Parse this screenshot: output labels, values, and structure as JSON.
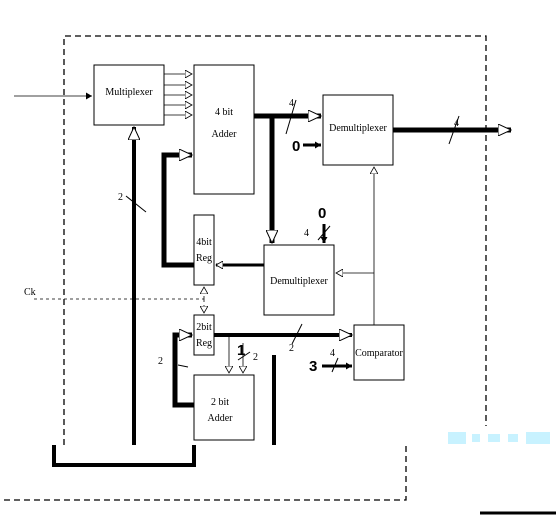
{
  "blocks": {
    "mux": "Multiplexer",
    "adder4_line1": "4 bit",
    "adder4_line2": "Adder",
    "demux_top": "Demultiplexer",
    "reg4_line1": "4bit",
    "reg4_line2": "Reg",
    "demux_mid": "Demultiplexer",
    "reg2_line1": "2bit",
    "reg2_line2": "Reg",
    "comparator": "Comparator",
    "adder2_line1": "2 bit",
    "adder2_line2": "Adder"
  },
  "labels": {
    "clock": "Ck",
    "bus_adder_out": "4",
    "bus_output": "4",
    "bus_feedback": "2",
    "const_zero_top": "0",
    "const_zero_mid": "0",
    "bus_demux_mid_in": "4",
    "bus_reg2_out": "2",
    "bus_reg2_loop": "2",
    "const_one": "1",
    "bus_const_one": "2",
    "const_three": "3",
    "bus_const_three": "4"
  }
}
